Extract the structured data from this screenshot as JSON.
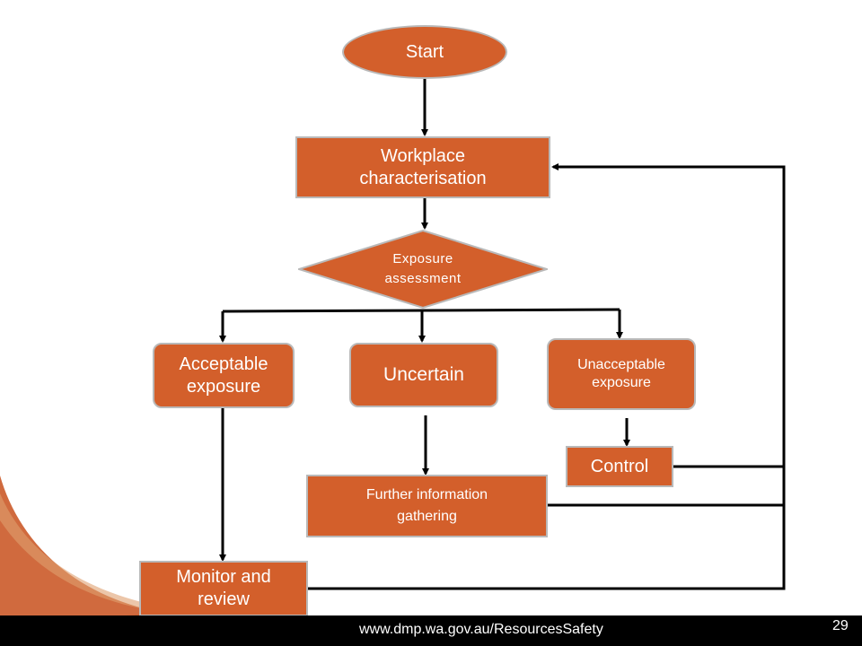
{
  "nodes": {
    "start": "Start",
    "workplace": "Workplace characterisation",
    "exposure_assessment": "Exposure assessment",
    "acceptable": "Acceptable exposure",
    "uncertain": "Uncertain",
    "unacceptable": "Unacceptable exposure",
    "control": "Control",
    "further_info": "Further information gathering",
    "monitor": "Monitor and review"
  },
  "footer": {
    "url": "www.dmp.wa.gov.au/ResourcesSafety",
    "page_number": "29"
  },
  "colors": {
    "node_fill": "#d35f2b",
    "node_border": "#b9b9b9",
    "arrow": "#000000",
    "footer_bg": "#000000",
    "swoosh": "#c8501c"
  }
}
